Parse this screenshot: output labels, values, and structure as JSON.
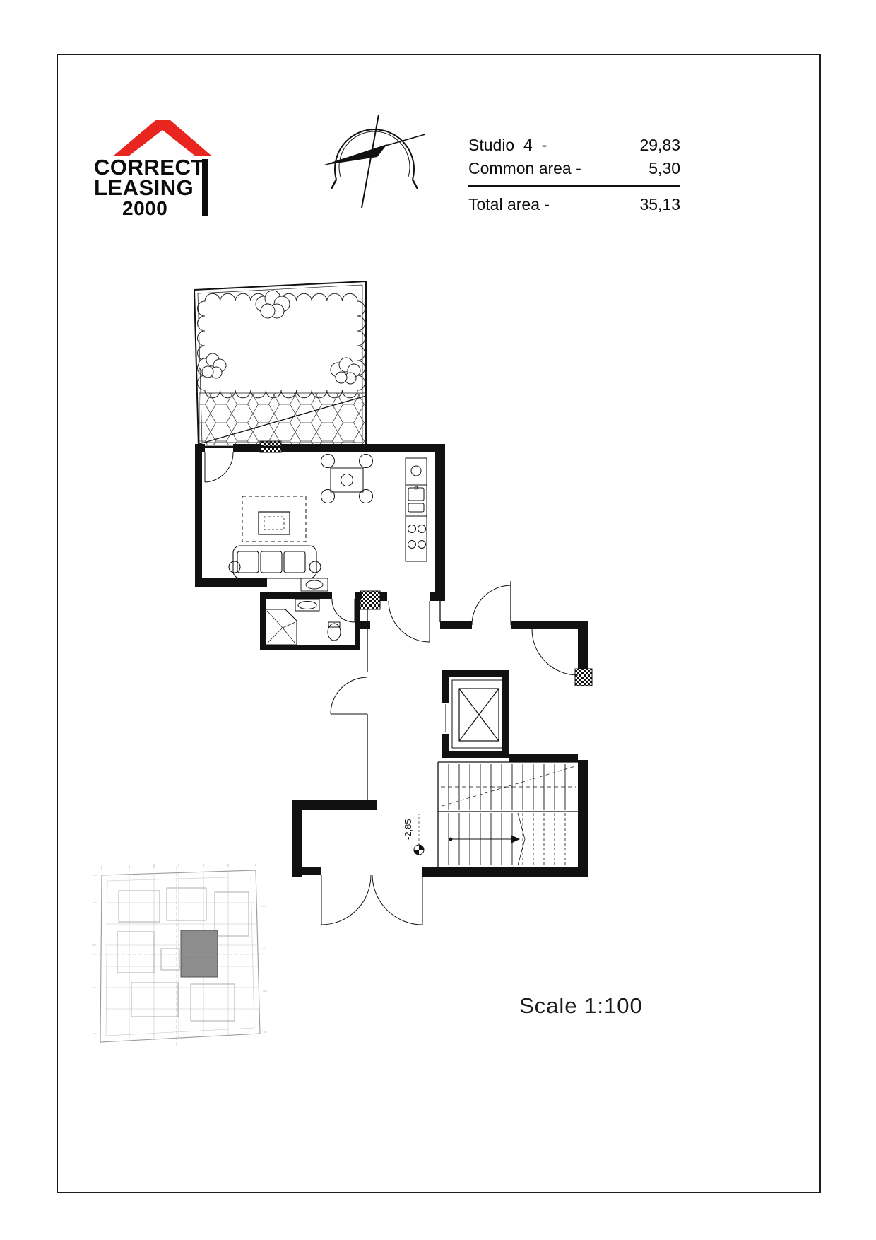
{
  "document": {
    "logo": {
      "line1": "CORRECT",
      "line2": "LEASING",
      "line3": "2000"
    },
    "area_table": {
      "rows": [
        {
          "label": "Studio  4  -",
          "value": "29,83"
        },
        {
          "label": "Common area -",
          "value": "5,30"
        }
      ],
      "total": {
        "label": "Total area -",
        "value": "35,13"
      }
    },
    "floor_plan": {
      "level_label": "-2,85"
    },
    "scale_label": "Scale 1:100"
  },
  "icons": {
    "north_arrow": "north-arrow-compass",
    "logo_roof": "red-roof"
  },
  "colors": {
    "logo_red": "#e8251f",
    "ink": "#111111",
    "thumbnail_gray": "#9a9a9a",
    "highlight_gray": "#8d8d8d"
  }
}
